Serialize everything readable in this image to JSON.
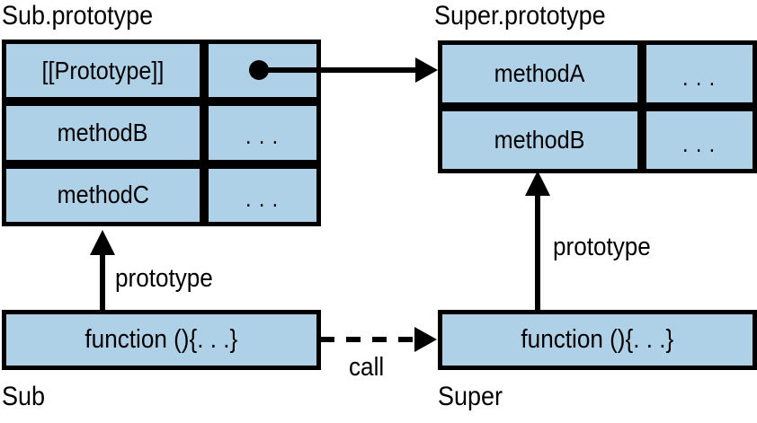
{
  "diagram": {
    "background_color": "#ffffff",
    "box_fill_color": "#AFD1E8",
    "line_color": "#000000",
    "sub_prototype": {
      "title": "Sub.prototype",
      "rows": [
        {
          "key": "[[Prototype]]",
          "value": ""
        },
        {
          "key": "methodB",
          "value": ". . ."
        },
        {
          "key": "methodC",
          "value": ". . ."
        }
      ]
    },
    "super_prototype": {
      "title": "Super.prototype",
      "rows": [
        {
          "key": "methodA",
          "value": ". . ."
        },
        {
          "key": "methodB",
          "value": ". . ."
        }
      ]
    },
    "sub_function": {
      "label": "function (){. . .}",
      "caption": "Sub"
    },
    "super_function": {
      "label": "function (){. . .}",
      "caption": "Super"
    },
    "labels": {
      "sub_prototype_arrow": "prototype",
      "super_prototype_arrow": "prototype",
      "call_arrow": "call"
    },
    "icons": {
      "prototype_pointer": "filled-circle-pointer",
      "arrows": [
        "solid-arrow",
        "dashed-arrow"
      ]
    }
  }
}
